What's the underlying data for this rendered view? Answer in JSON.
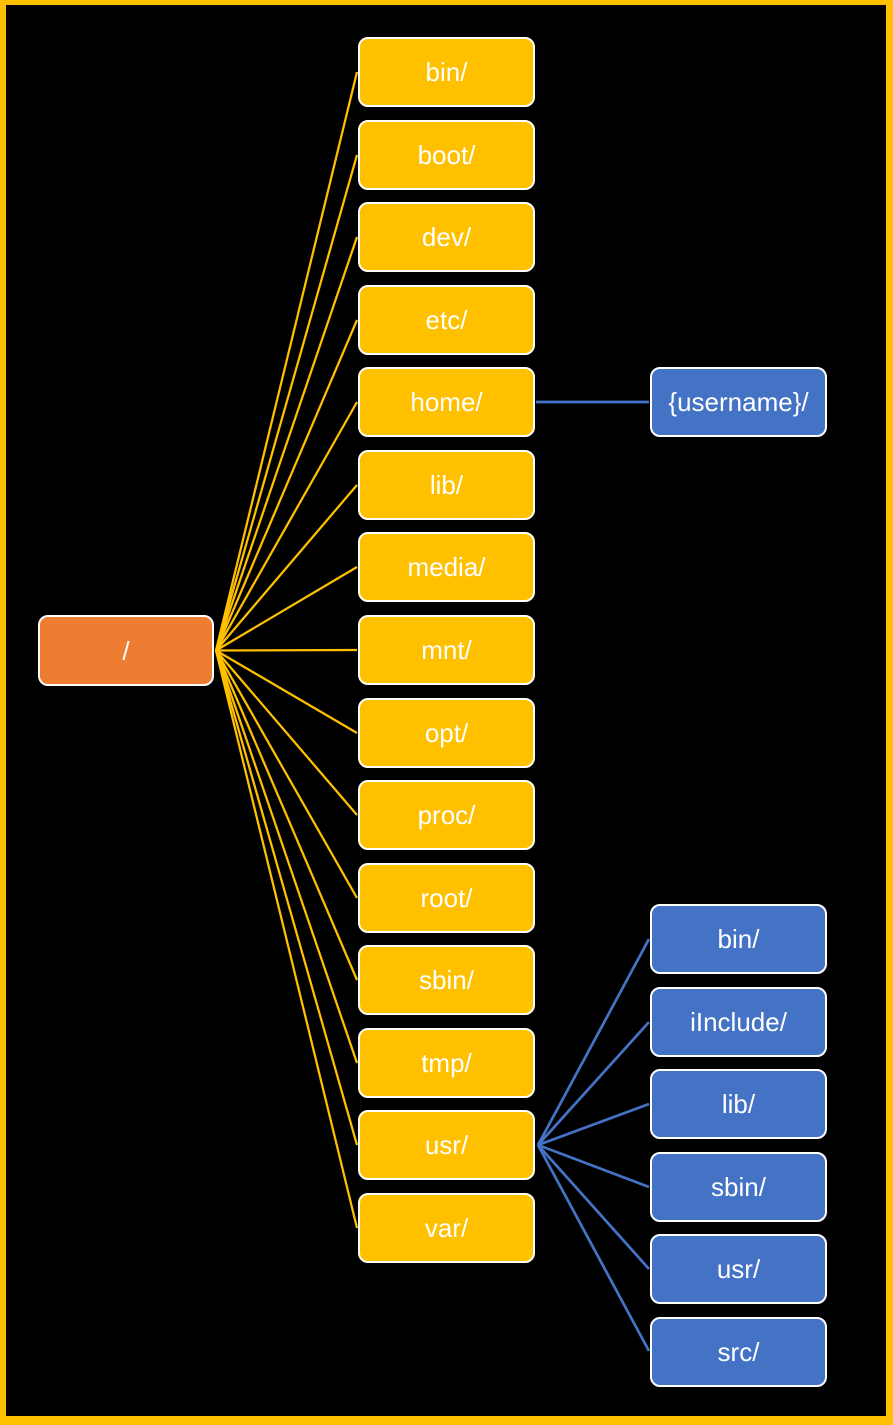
{
  "diagram": {
    "description": "Linux filesystem hierarchy tree diagram",
    "colors": {
      "background": "#000000",
      "border": "#FFC000",
      "root_fill": "#ED7D31",
      "level1_fill": "#FFC000",
      "level2_fill": "#4472C4",
      "box_border": "#FFFFFF",
      "text": "#FFFFFF",
      "connector_level1": "#FFC000",
      "connector_level2": "#4472C4"
    },
    "root": {
      "label": "/"
    },
    "level1": [
      {
        "label": "bin/"
      },
      {
        "label": "boot/"
      },
      {
        "label": "dev/"
      },
      {
        "label": "etc/"
      },
      {
        "label": "home/"
      },
      {
        "label": "lib/"
      },
      {
        "label": "media/"
      },
      {
        "label": "mnt/"
      },
      {
        "label": "opt/"
      },
      {
        "label": "proc/"
      },
      {
        "label": "root/"
      },
      {
        "label": "sbin/"
      },
      {
        "label": "tmp/"
      },
      {
        "label": "usr/"
      },
      {
        "label": "var/"
      }
    ],
    "home_children": [
      {
        "label": "{username}/"
      }
    ],
    "usr_children": [
      {
        "label": "bin/"
      },
      {
        "label": "iInclude/"
      },
      {
        "label": "lib/"
      },
      {
        "label": "sbin/"
      },
      {
        "label": "usr/"
      },
      {
        "label": "src/"
      }
    ]
  }
}
